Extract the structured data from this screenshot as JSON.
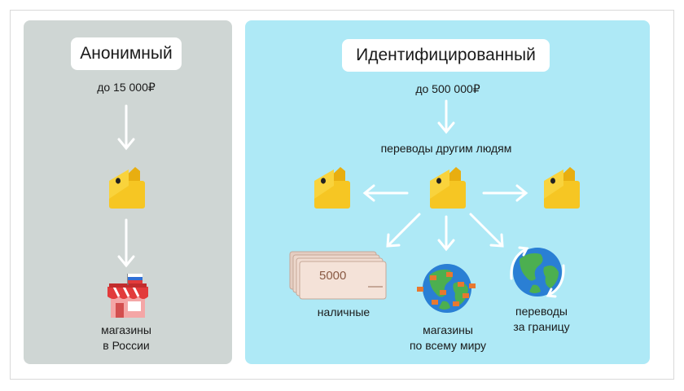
{
  "anonymous": {
    "title": "Анонимный",
    "limit": "до 15 000₽",
    "shops_line1": "магазины",
    "shops_line2": "в России"
  },
  "identified": {
    "title": "Идентифицированный",
    "limit": "до 500 000₽",
    "transfers_people": "переводы другим людям",
    "cash": "наличные",
    "banknote": "5000",
    "world_shops_line1": "магазины",
    "world_shops_line2": "по всему миру",
    "abroad_line1": "переводы",
    "abroad_line2": "за границу"
  },
  "colors": {
    "anonymous_panel": "#cfd6d4",
    "identified_panel": "#aee9f6",
    "wallet": "#f6c623",
    "shop_awning": "#e23b3b",
    "globe_ocean": "#2a7fd4",
    "globe_land": "#4caf50"
  },
  "icons": [
    "wallet-icon",
    "shop-icon",
    "russian-flag-icon",
    "banknotes-icon",
    "globe-icon",
    "globe-shop-icon",
    "cycle-arrows-icon"
  ]
}
